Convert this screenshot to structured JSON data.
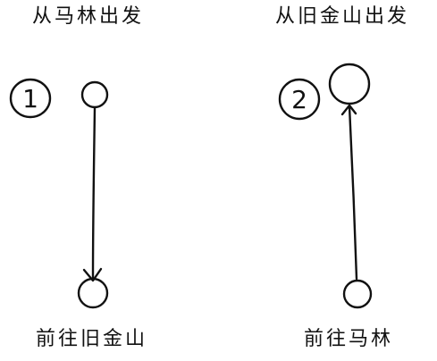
{
  "scenarios": [
    {
      "number": "1",
      "start_label": "从马林出发",
      "end_label": "前往旧金山"
    },
    {
      "number": "2",
      "start_label": "从旧金山出发",
      "end_label": "前往马林"
    }
  ]
}
